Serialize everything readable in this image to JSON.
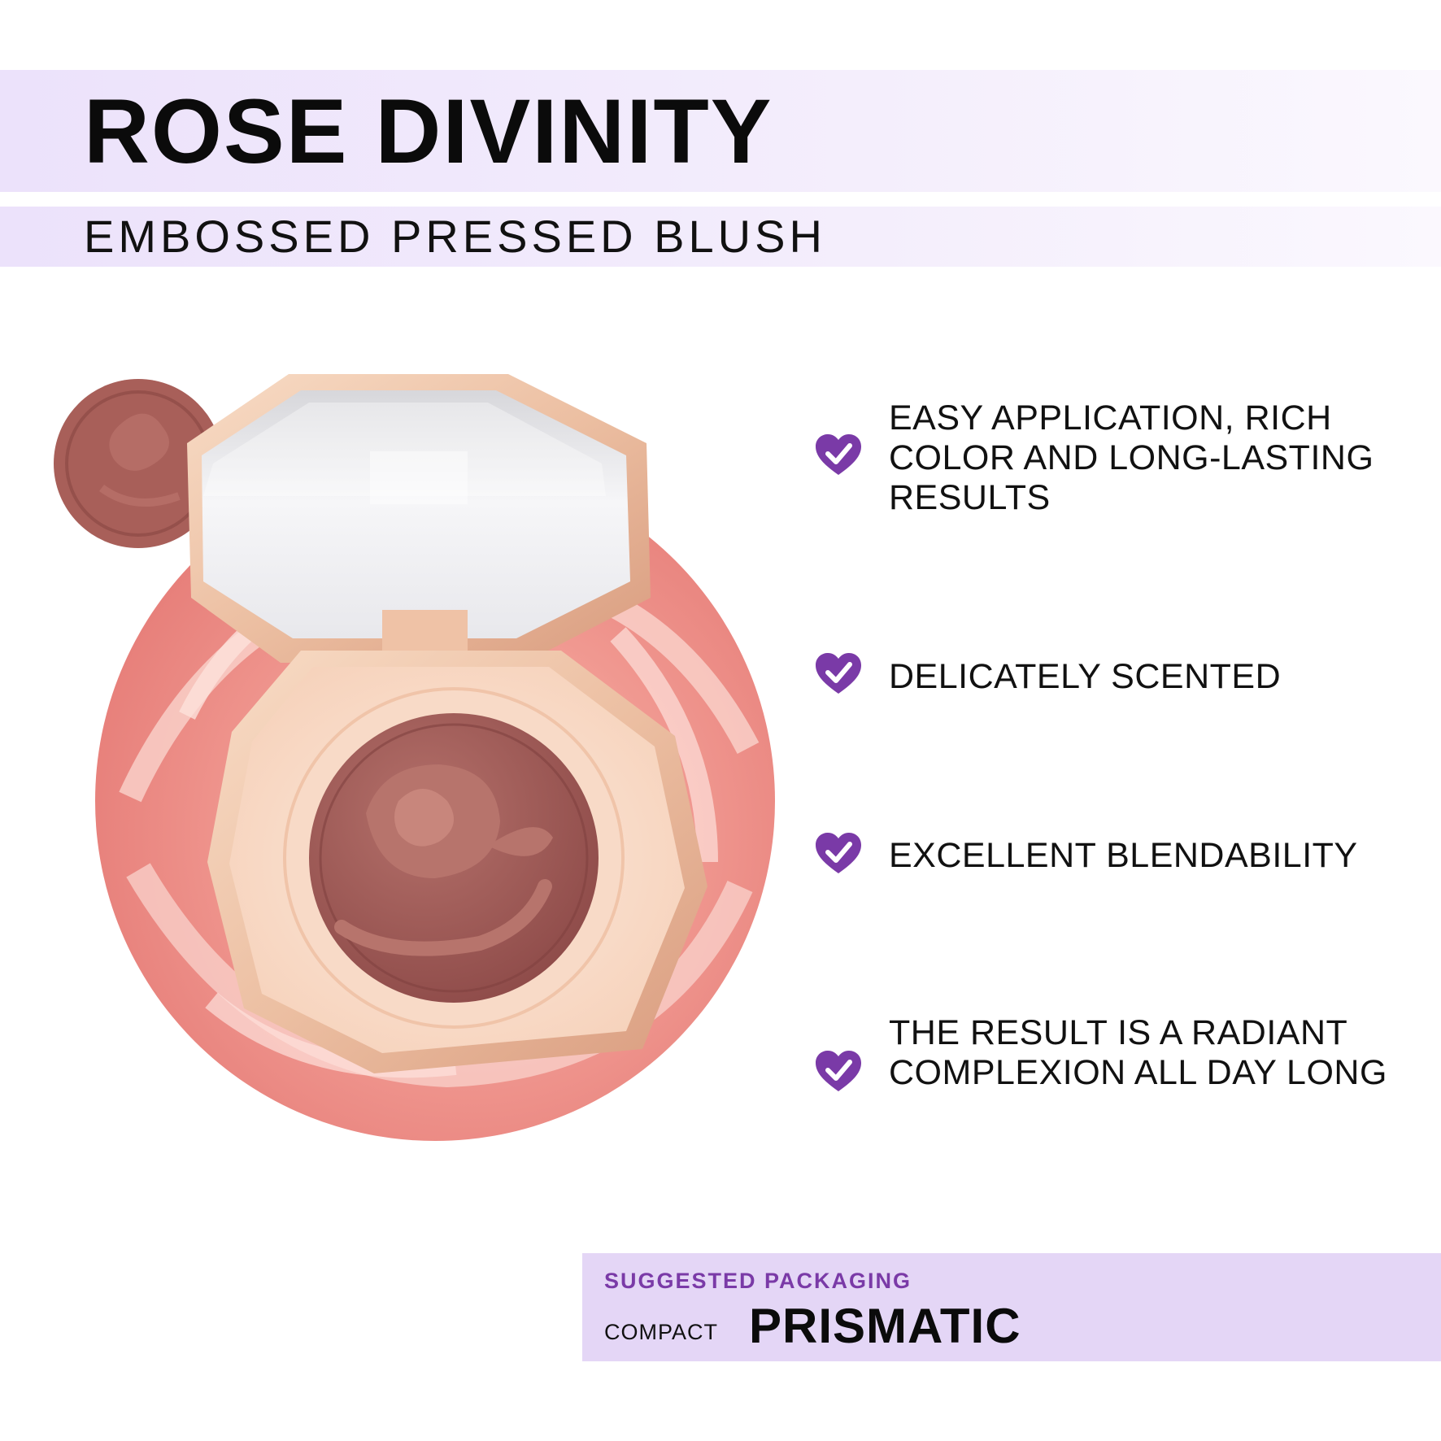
{
  "header": {
    "title": "ROSE DIVINITY",
    "subtitle": "EMBOSSED PRESSED BLUSH"
  },
  "features": [
    "EASY APPLICATION, RICH COLOR AND LONG-LASTING RESULTS",
    "DELICATELY SCENTED",
    "EXCELLENT BLENDABILITY",
    "THE RESULT IS A RADIANT COMPLEXION ALL DAY LONG"
  ],
  "packaging": {
    "label": "SUGGESTED PACKAGING",
    "prefix": "COMPACT",
    "name": "PRISMATIC"
  },
  "colors": {
    "accent_purple": "#7a3aa7",
    "band_lavender": "#ece2fb",
    "blush_shade": "#a45c57",
    "rose_gold": "#f1c9ad"
  },
  "icons": {
    "feature_bullet": "heart-check-icon"
  }
}
